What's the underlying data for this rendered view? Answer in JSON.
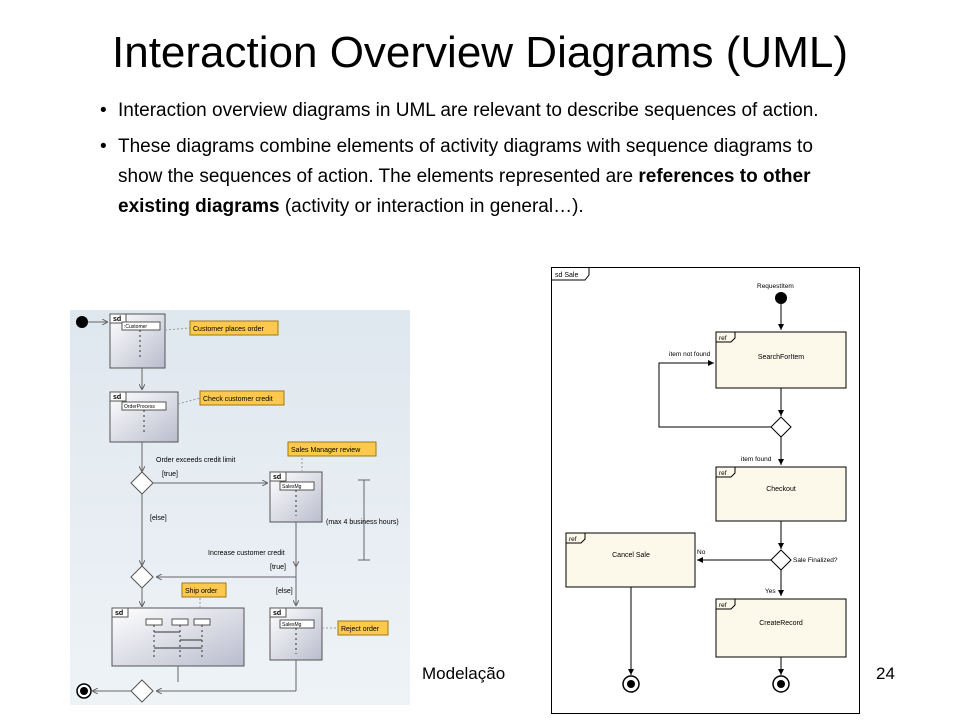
{
  "slide": {
    "title": "Interaction Overview Diagrams (UML)",
    "bullets": [
      {
        "text": "Interaction overview diagrams in UML are relevant to describe sequences of action."
      },
      {
        "pre": "These diagrams combine elements of activity diagrams with sequence diagrams to show the sequences of action. The elements represented are ",
        "bold": "references to other existing diagrams",
        "post": " (activity or interaction in  general…)."
      }
    ],
    "footer": "Modelação",
    "page_number": "24"
  },
  "left_diagram": {
    "frames": [
      "sd",
      "sd",
      "sd",
      "sd",
      "sd"
    ],
    "lifelines": [
      ":Customer",
      "OrderProcess",
      "SalesMg",
      "SalesMg"
    ],
    "notes": [
      "Customer places order",
      "Check customer credit",
      "Sales Manager review",
      "Ship order",
      "Reject order"
    ],
    "guards": [
      "Order exceeds credit limit",
      "[true]",
      "[else]",
      "(max 4 business hours)",
      "Increase customer credit",
      "[true]",
      "[else]"
    ]
  },
  "right_diagram": {
    "frame_label": "sd Sale",
    "start_label": "RequestItem",
    "refs": [
      {
        "tag": "ref",
        "name": "SearchForItem"
      },
      {
        "tag": "ref",
        "name": "Checkout"
      },
      {
        "tag": "ref",
        "name": "Cancel Sale"
      },
      {
        "tag": "ref",
        "name": "CreateRecord"
      }
    ],
    "guards": [
      "item not found",
      "item found",
      "Sale Finalized?",
      "No",
      "Yes"
    ]
  }
}
